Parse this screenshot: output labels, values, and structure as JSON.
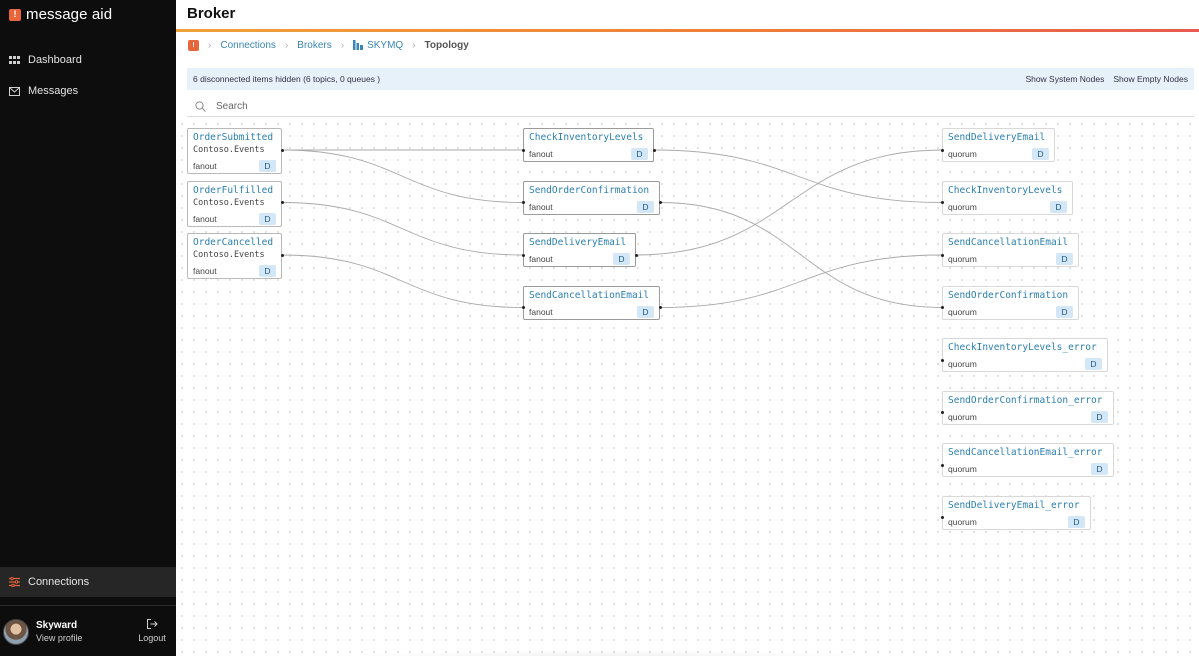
{
  "app": {
    "name": "message aid",
    "logo_glyph": "!"
  },
  "sidebar": {
    "items": [
      {
        "label": "Dashboard",
        "icon": "grid-icon"
      },
      {
        "label": "Messages",
        "icon": "mail-icon"
      }
    ],
    "bottom_item": {
      "label": "Connections",
      "icon": "sliders-icon"
    },
    "profile": {
      "name": "Skyward",
      "link": "View profile",
      "logout": "Logout"
    }
  },
  "header": {
    "title": "Broker"
  },
  "breadcrumb": {
    "home_glyph": "!",
    "items": [
      "Connections",
      "Brokers",
      "SKYMQ"
    ],
    "current": "Topology"
  },
  "notice": {
    "text": "6 disconnected items hidden (6 topics, 0 queues )",
    "actions": [
      "Show System Nodes",
      "Show Empty Nodes"
    ]
  },
  "search": {
    "placeholder": "Search"
  },
  "topology": {
    "topics": [
      {
        "name": "OrderSubmitted",
        "namespace": "Contoso.Events",
        "type": "fanout",
        "badge": "D"
      },
      {
        "name": "OrderFulfilled",
        "namespace": "Contoso.Events",
        "type": "fanout",
        "badge": "D"
      },
      {
        "name": "OrderCancelled",
        "namespace": "Contoso.Events",
        "type": "fanout",
        "badge": "D"
      }
    ],
    "exchanges": [
      {
        "name": "CheckInventoryLevels",
        "type": "fanout",
        "badge": "D"
      },
      {
        "name": "SendOrderConfirmation",
        "type": "fanout",
        "badge": "D"
      },
      {
        "name": "SendDeliveryEmail",
        "type": "fanout",
        "badge": "D"
      },
      {
        "name": "SendCancellationEmail",
        "type": "fanout",
        "badge": "D"
      }
    ],
    "queues": [
      {
        "name": "SendDeliveryEmail",
        "type": "quorum",
        "badge": "D"
      },
      {
        "name": "CheckInventoryLevels",
        "type": "quorum",
        "badge": "D"
      },
      {
        "name": "SendCancellationEmail",
        "type": "quorum",
        "badge": "D"
      },
      {
        "name": "SendOrderConfirmation",
        "type": "quorum",
        "badge": "D"
      },
      {
        "name": "CheckInventoryLevels_error",
        "type": "quorum",
        "badge": "D"
      },
      {
        "name": "SendOrderConfirmation_error",
        "type": "quorum",
        "badge": "D"
      },
      {
        "name": "SendCancellationEmail_error",
        "type": "quorum",
        "badge": "D"
      },
      {
        "name": "SendDeliveryEmail_error",
        "type": "quorum",
        "badge": "D"
      }
    ],
    "links": [
      {
        "from": "OrderSubmitted",
        "to": "CheckInventoryLevels"
      },
      {
        "from": "OrderSubmitted",
        "to": "SendOrderConfirmation"
      },
      {
        "from": "OrderFulfilled",
        "to": "SendDeliveryEmail"
      },
      {
        "from": "OrderCancelled",
        "to": "SendCancellationEmail"
      },
      {
        "from": "CheckInventoryLevels",
        "to": "CheckInventoryLevels"
      },
      {
        "from": "SendOrderConfirmation",
        "to": "SendOrderConfirmation"
      },
      {
        "from": "SendDeliveryEmail",
        "to": "SendDeliveryEmail"
      },
      {
        "from": "SendCancellationEmail",
        "to": "SendCancellationEmail"
      }
    ]
  }
}
